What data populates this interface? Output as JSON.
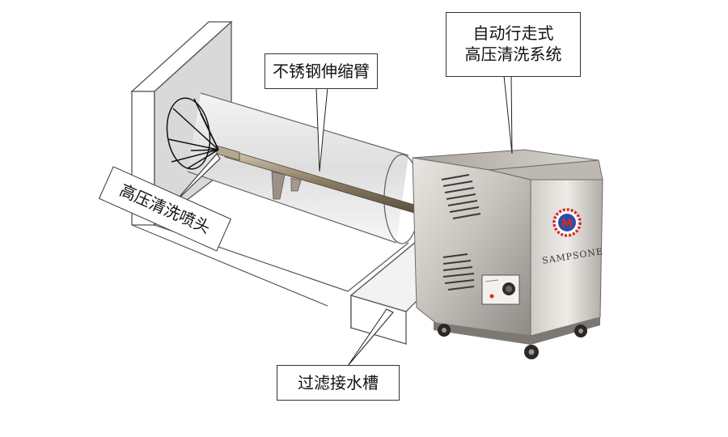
{
  "labels": {
    "telescopic_arm": "不锈钢伸缩臂",
    "system_line1": "自动行走式",
    "system_line2": "高压清洗系统",
    "nozzle": "高压清洗喷头",
    "filter_tank": "过滤接水槽"
  },
  "machine": {
    "brand": "SAMPSONE",
    "logo_letter": "M"
  },
  "colors": {
    "outline": "#555555",
    "steel_light": "#d8d4cf",
    "steel_dark": "#8a8580",
    "logo_red": "#d62828",
    "logo_blue": "#2b4fa8"
  }
}
